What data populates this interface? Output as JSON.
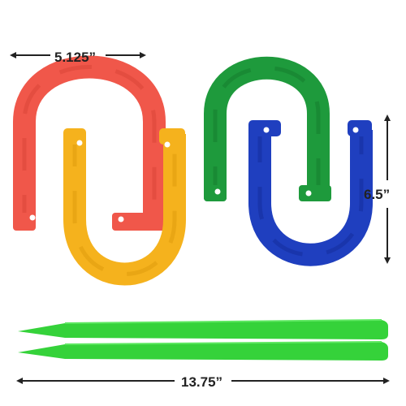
{
  "dimensions": {
    "horseshoe_width": "5.125”",
    "horseshoe_height": "6.5”",
    "stake_length": "13.75”"
  },
  "colors": {
    "red_horseshoe": "#f0574a",
    "yellow_horseshoe": "#f5b21d",
    "green_horseshoe": "#1e9a3c",
    "blue_horseshoe": "#1f3fbf",
    "stake": "#35d23a",
    "arrow": "#222222"
  }
}
